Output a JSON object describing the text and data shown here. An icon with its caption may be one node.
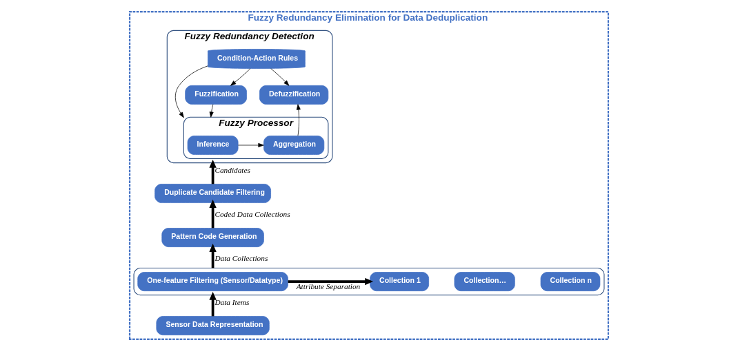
{
  "diagram": {
    "nodes": [
      {
        "text": [
          "Fuzzy Redundancy Elimination for Data Deduplication"
        ]
      },
      {
        "text": [
          "Fuzzy Redundancy Detection"
        ],
        "in": 0
      },
      {
        "text": [
          "Condition-Action Rules"
        ],
        "in": 1
      },
      {
        "text": [
          "Fuzzification"
        ],
        "in": 1
      },
      {
        "text": [
          "Defuzzification"
        ],
        "in": 1
      },
      {
        "text": [
          "Fuzzy Processor"
        ],
        "in": 1
      },
      {
        "text": [
          "Inference"
        ],
        "in": 5
      },
      {
        "text": [
          "Aggregation"
        ],
        "in": 5
      },
      {
        "text": [
          "Duplicate Candidate Filtering"
        ],
        "in": 0
      },
      {
        "text": [
          "Pattern Code Generation"
        ],
        "in": 0
      },
      {
        "text": [],
        "shape": "box",
        "in": 0
      },
      {
        "text": [
          "One-feature Filtering (Sensor/Datatype)"
        ],
        "in": 10
      },
      {
        "text": [
          "Collection 1"
        ],
        "in": 10
      },
      {
        "text": [
          "Collection…"
        ],
        "in": 10
      },
      {
        "text": [
          "Collection n"
        ],
        "in": 10
      },
      {
        "text": [
          "Sensor Data Representation"
        ],
        "in": 0
      }
    ],
    "edges": [
      {
        "from": 2,
        "to": 3,
        "arrow": "to"
      },
      {
        "from": 2,
        "to": 4,
        "arrow": "to"
      },
      {
        "from": 2,
        "to": 5,
        "arrow": "to"
      },
      {
        "from": 3,
        "to": 5,
        "arrow": "to"
      },
      {
        "from": 6,
        "to": 7,
        "arrow": "to"
      },
      {
        "from": 7,
        "to": 4,
        "arrow": "to"
      },
      {
        "from": 8,
        "to": 1,
        "arrow": "to",
        "label": "Candidates",
        "style": "thick"
      },
      {
        "from": 9,
        "to": 8,
        "arrow": "to",
        "label": "Coded Data Collections",
        "style": "thick"
      },
      {
        "from": 10,
        "to": 9,
        "arrow": "to",
        "label": "Data Collections",
        "style": "thick"
      },
      {
        "from": 15,
        "to": 10,
        "arrow": "to",
        "label": "Data Items",
        "style": "thick"
      },
      {
        "from": 11,
        "to": 12,
        "arrow": "to",
        "label": "Attribute Separation",
        "style": "thick"
      }
    ]
  }
}
